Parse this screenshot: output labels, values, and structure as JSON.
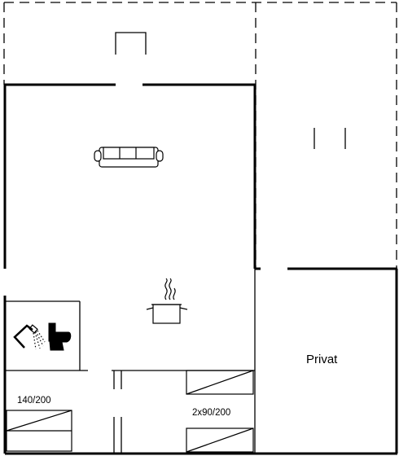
{
  "floor_plan": {
    "rooms": {
      "private_label": "Privat",
      "bed_double_label": "140/200",
      "bed_twin_label": "2x90/200"
    },
    "icons": [
      "chimney-icon",
      "sofa-icon",
      "cooking-pot-icon",
      "shower-icon",
      "toilet-icon",
      "bed-icon"
    ],
    "colors": {
      "line": "#000000",
      "background": "#ffffff"
    }
  }
}
